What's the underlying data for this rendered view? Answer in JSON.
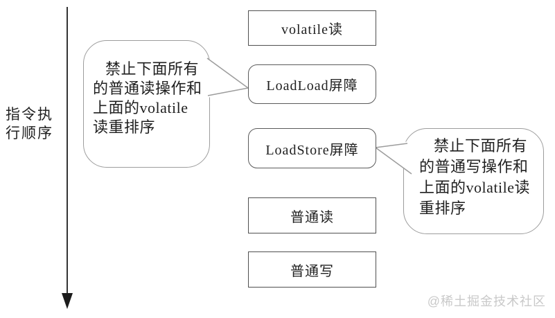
{
  "page": {
    "watermark": "@稀土掘金技术社区"
  },
  "axis": {
    "label": "指令执\n行顺序"
  },
  "boxes": [
    {
      "label": "volatile读",
      "shape": "rect"
    },
    {
      "label": "LoadLoad屏障",
      "shape": "rounded"
    },
    {
      "label": "LoadStore屏障",
      "shape": "rounded"
    },
    {
      "label": "普通读",
      "shape": "rect"
    },
    {
      "label": "普通写",
      "shape": "rect"
    }
  ],
  "callouts": [
    {
      "text": "禁止下面所有\n的普通读操作和\n上面的volatile\n读重排序",
      "points_to": "LoadLoad屏障"
    },
    {
      "text": "禁止下面所有\n的普通写操作和\n上面的volatile读\n重排序",
      "points_to": "LoadStore屏障"
    }
  ],
  "colors": {
    "box_border": "#4f4f4f",
    "bubble_border": "#9c9c9c",
    "text": "#1f1f1f",
    "arrow": "#1c1c1c",
    "watermark": "#c9c9c9"
  }
}
